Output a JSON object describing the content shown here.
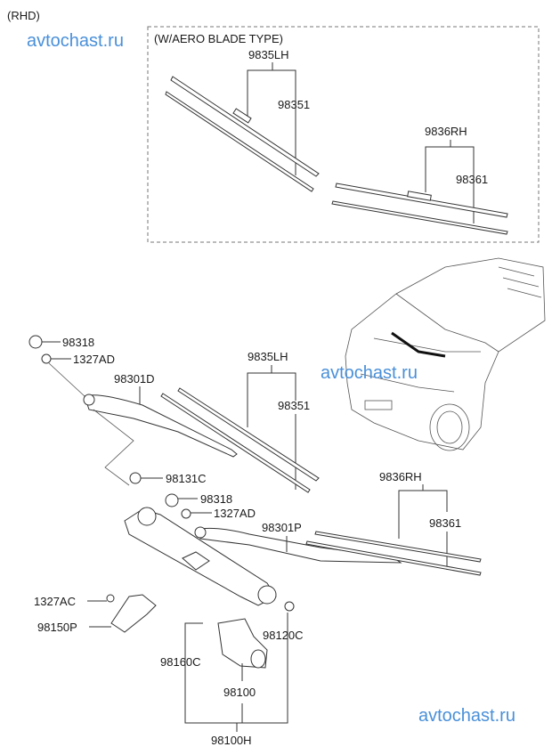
{
  "header": {
    "variant": "(RHD)"
  },
  "watermarks": [
    "avtochast.ru",
    "avtochast.ru",
    "avtochast.ru"
  ],
  "inset": {
    "title": "(W/AERO BLADE TYPE)",
    "labels": {
      "lh_assy": "9835LH",
      "lh_refill": "98351",
      "rh_assy": "9836RH",
      "rh_refill": "98361"
    }
  },
  "main": {
    "labels": {
      "cap_lh": "98318",
      "nut_lh": "1327AD",
      "arm_lh": "98301D",
      "blade_lh_assy": "9835LH",
      "blade_lh_refill": "98351",
      "pivot_cap": "98131C",
      "cap_rh": "98318",
      "nut_rh": "1327AD",
      "arm_rh": "98301P",
      "blade_rh_assy": "9836RH",
      "blade_rh_refill": "98361",
      "nut_bracket": "1327AC",
      "bracket": "98150P",
      "link": "98160C",
      "bushing": "98120C",
      "motor": "98100",
      "linkage_assy": "98100H"
    }
  }
}
